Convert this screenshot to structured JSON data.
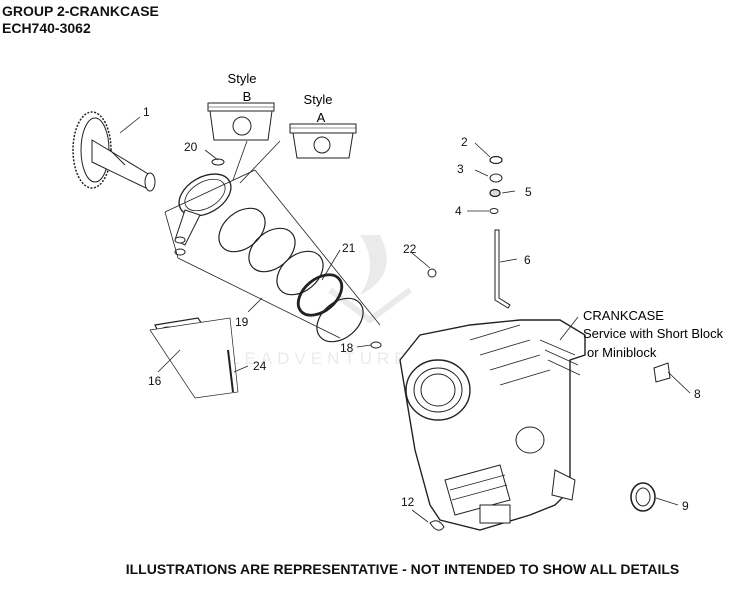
{
  "header": {
    "group": "GROUP 2-CRANKCASE",
    "model": "ECH740-3062"
  },
  "callouts": {
    "c1": "1",
    "c2": "2",
    "c3": "3",
    "c4": "4",
    "c5": "5",
    "c6": "6",
    "c8": "8",
    "c9": "9",
    "c12": "12",
    "c16": "16",
    "c18": "18",
    "c19": "19",
    "c20": "20",
    "c21": "21",
    "c22": "22",
    "c24": "24"
  },
  "style_labels": {
    "style_b_word": "Style",
    "style_b_letter": "B",
    "style_a_word": "Style",
    "style_a_letter": "A"
  },
  "crankcase": {
    "title": "CRANKCASE",
    "line1": "Service with Short Block",
    "line2": "or Miniblock"
  },
  "watermark": "LEADVENTURE",
  "footer": "ILLUSTRATIONS ARE REPRESENTATIVE - NOT INTENDED TO SHOW ALL DETAILS"
}
